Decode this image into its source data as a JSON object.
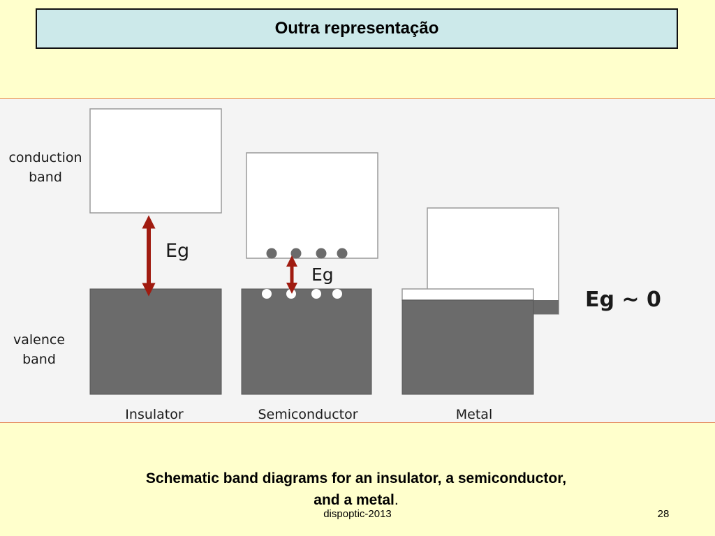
{
  "slide": {
    "title": "Outra representação",
    "caption_main": "Schematic band diagrams for an insulator, a semiconductor, and a metal",
    "caption_end": ".",
    "footer_text": "dispoptic-2013",
    "page_number": "28"
  },
  "diagram": {
    "labels": {
      "conduction_line1": "conduction",
      "conduction_line2": "band",
      "valence_line1": "valence",
      "valence_line2": "band",
      "insulator": "Insulator",
      "semiconductor": "Semiconductor",
      "metal": "Metal",
      "gap_insulator": "Eg",
      "gap_semiconductor": "Eg",
      "gap_metal": "Eg ~ 0"
    },
    "colors": {
      "valence_fill": "#6b6b6b",
      "arrow": "#a01b10",
      "electron": "#6b6b6b",
      "hole": "#ffffff",
      "panel_border": "#e58a5a",
      "title_bg": "#cce9ea",
      "slide_bg": "#ffffcc"
    }
  }
}
